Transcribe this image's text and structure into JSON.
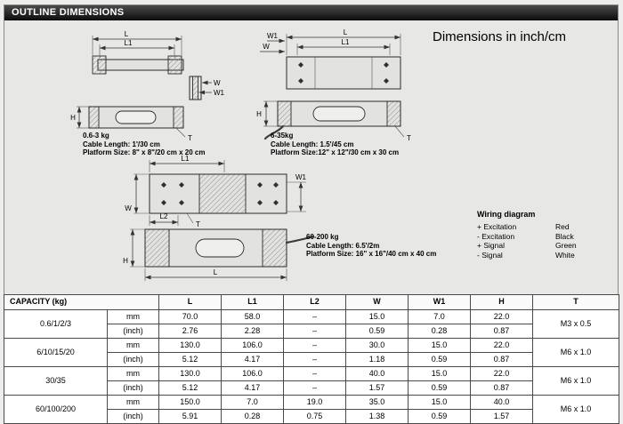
{
  "page": {
    "title": "OUTLINE DIMENSIONS",
    "units_note": "Dimensions in inch/cm"
  },
  "colors": {
    "titlebar_bg": "#141414",
    "page_bg": "#e7e7e6",
    "table_border": "#4a4a4a"
  },
  "dims": {
    "L": "L",
    "L1": "L1",
    "L2": "L2",
    "W": "W",
    "W1": "W1",
    "H": "H",
    "T": "T"
  },
  "drawings": {
    "small": {
      "caption_line1": "0.6-3 kg",
      "caption_line2": "Cable Length: 1'/30 cm",
      "caption_line3": "Platform Size: 8\" x 8\"/20 cm x 20 cm"
    },
    "medium": {
      "caption_line1": "6-35kg",
      "caption_line2": "Cable Length: 1.5'/45 cm",
      "caption_line3": "Platform Size:12\" x 12\"/30 cm x 30 cm"
    },
    "large": {
      "caption_line1": "60-200 kg",
      "caption_line2": "Cable Length: 6.5'/2m",
      "caption_line3": "Platform Size: 16\" x 16\"/40 cm x 40 cm"
    }
  },
  "wiring": {
    "title": "Wiring diagram",
    "rows": [
      {
        "signal": "+ Excitation",
        "color": "Red"
      },
      {
        "signal": "- Excitation",
        "color": "Black"
      },
      {
        "signal": "+ Signal",
        "color": "Green"
      },
      {
        "signal": "- Signal",
        "color": "White"
      }
    ]
  },
  "table": {
    "headers": {
      "capacity": "CAPACITY (kg)",
      "L": "L",
      "L1": "L1",
      "L2": "L2",
      "W": "W",
      "W1": "W1",
      "H": "H",
      "T": "T"
    },
    "unit_mm": "mm",
    "unit_inch": "(inch)",
    "rows": [
      {
        "capacity": "0.6/1/2/3",
        "mm": [
          "70.0",
          "58.0",
          "–",
          "15.0",
          "7.0",
          "22.0"
        ],
        "inch": [
          "2.76",
          "2.28",
          "–",
          "0.59",
          "0.28",
          "0.87"
        ],
        "thread": "M3 x 0.5"
      },
      {
        "capacity": "6/10/15/20",
        "mm": [
          "130.0",
          "106.0",
          "–",
          "30.0",
          "15.0",
          "22.0"
        ],
        "inch": [
          "5.12",
          "4.17",
          "–",
          "1.18",
          "0.59",
          "0.87"
        ],
        "thread": "M6 x 1.0"
      },
      {
        "capacity": "30/35",
        "mm": [
          "130.0",
          "106.0",
          "–",
          "40.0",
          "15.0",
          "22.0"
        ],
        "inch": [
          "5.12",
          "4.17",
          "–",
          "1.57",
          "0.59",
          "0.87"
        ],
        "thread": "M6 x 1.0"
      },
      {
        "capacity": "60/100/200",
        "mm": [
          "150.0",
          "7.0",
          "19.0",
          "35.0",
          "15.0",
          "40.0"
        ],
        "inch": [
          "5.91",
          "0.28",
          "0.75",
          "1.38",
          "0.59",
          "1.57"
        ],
        "thread": "M6 x 1.0"
      }
    ]
  }
}
